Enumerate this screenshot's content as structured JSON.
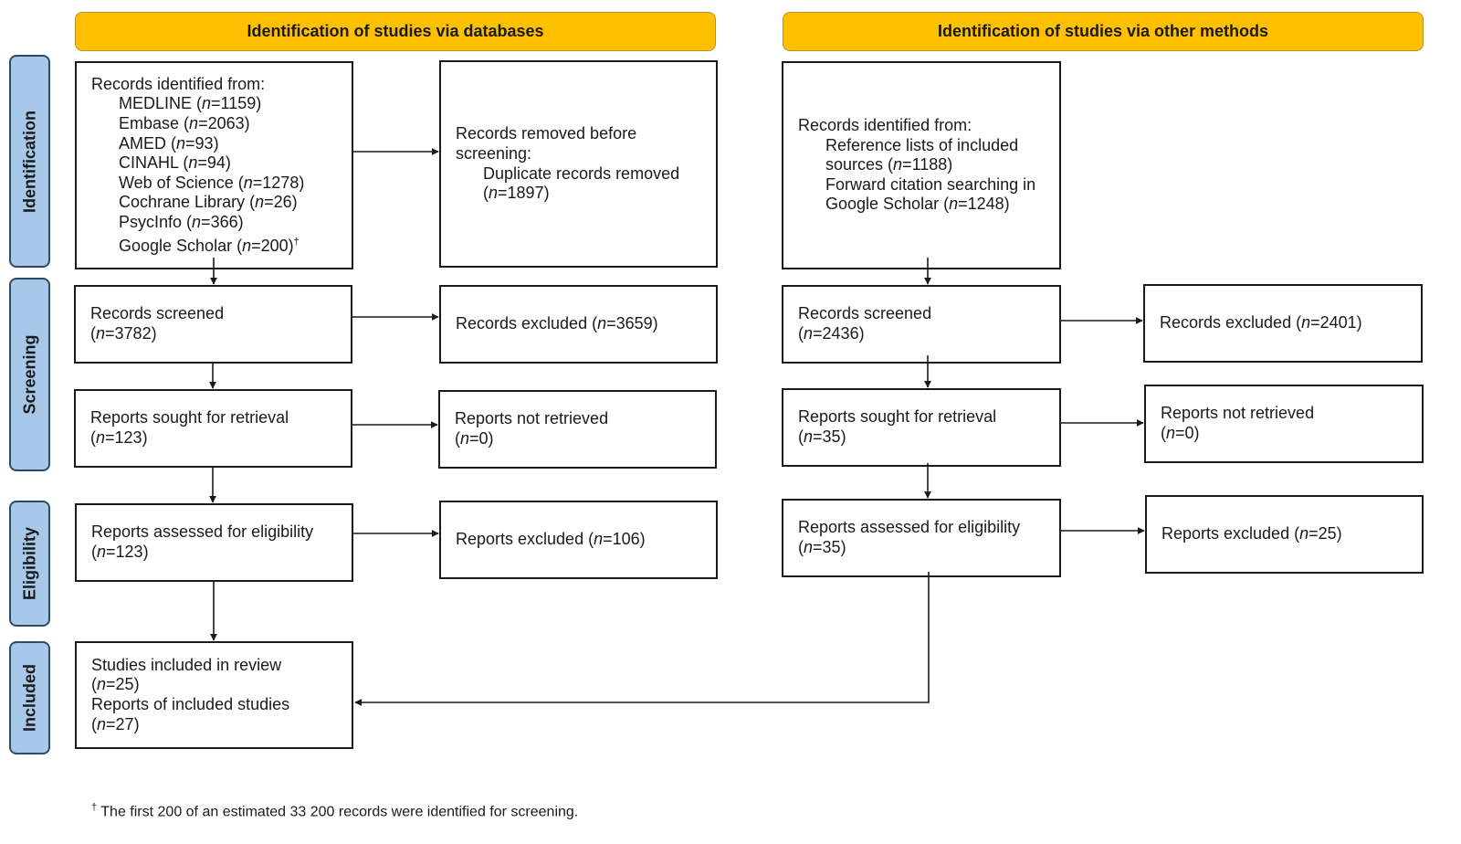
{
  "headers": {
    "databases": "Identification of studies via databases",
    "other_methods": "Identification of studies via other methods"
  },
  "phases": {
    "identification": "Identification",
    "screening": "Screening",
    "eligibility": "Eligibility",
    "included": "Included"
  },
  "db": {
    "records_identified": {
      "title": "Records identified from:",
      "sources": [
        {
          "name": "MEDLINE",
          "n": "1159"
        },
        {
          "name": "Embase",
          "n": "2063"
        },
        {
          "name": "AMED",
          "n": "93"
        },
        {
          "name": "CINAHL",
          "n": "94"
        },
        {
          "name": "Web of Science",
          "n": "1278"
        },
        {
          "name": "Cochrane Library",
          "n": "26"
        },
        {
          "name": "PsycInfo",
          "n": "366"
        },
        {
          "name": "Google Scholar",
          "n": "200"
        }
      ],
      "dagger": "†"
    },
    "records_removed": {
      "line1": "Records removed before",
      "line2": "screening:",
      "line3": "Duplicate records removed",
      "n": "1897"
    },
    "records_screened": {
      "label": "Records screened",
      "n": "3782"
    },
    "records_excluded": {
      "label": "Records excluded",
      "n": "3659"
    },
    "reports_sought": {
      "label": "Reports sought for retrieval",
      "n": "123"
    },
    "reports_not_retrieved": {
      "label": "Reports not retrieved",
      "n": "0"
    },
    "reports_assessed": {
      "label": "Reports assessed for eligibility",
      "n": "123"
    },
    "reports_excluded": {
      "label": "Reports excluded",
      "n": "106"
    },
    "included": {
      "studies_label": "Studies included in review",
      "studies_n": "25",
      "reports_label": "Reports of included studies",
      "reports_n": "27"
    }
  },
  "other": {
    "records_identified": {
      "title": "Records identified from:",
      "line1": "Reference lists of included",
      "line2": "sources",
      "n1": "1188",
      "line3": "Forward citation searching in",
      "line4": "Google Scholar",
      "n2": "1248"
    },
    "records_screened": {
      "label": "Records screened",
      "n": "2436"
    },
    "records_excluded": {
      "label": "Records excluded",
      "n": "2401"
    },
    "reports_sought": {
      "label": "Reports sought for retrieval",
      "n": "35"
    },
    "reports_not_retrieved": {
      "label": "Reports not retrieved",
      "n": "0"
    },
    "reports_assessed": {
      "label": "Reports assessed for eligibility",
      "n": "35"
    },
    "reports_excluded": {
      "label": "Reports excluded",
      "n": "25"
    }
  },
  "n_prefix": "n",
  "footnote": {
    "dagger": "†",
    "text": " The first 200 of an estimated 33 200 records were identified for screening."
  }
}
